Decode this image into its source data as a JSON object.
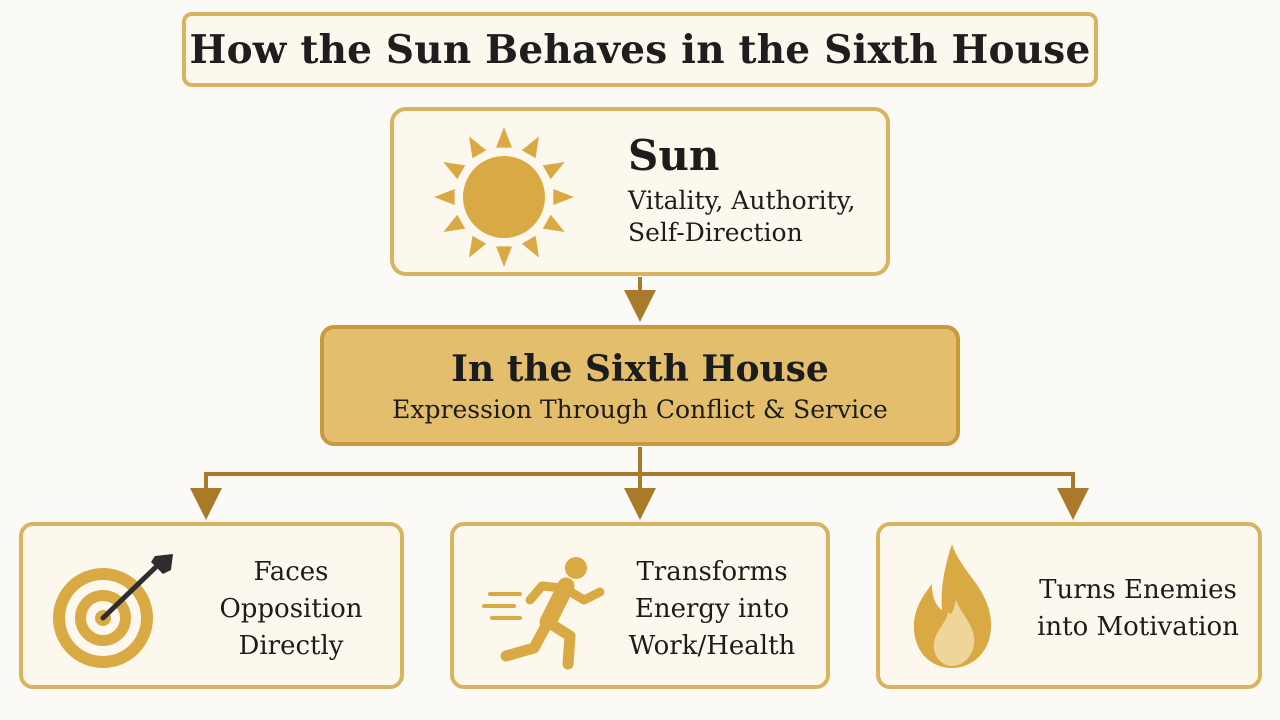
{
  "title": "How the Sun Behaves in the Sixth House",
  "planet": {
    "name": "Sun",
    "description": "Vitality, Authority,\nSelf-Direction",
    "icon": "sun-icon"
  },
  "house": {
    "title": "In the Sixth House",
    "subtitle": "Expression Through Conflict & Service"
  },
  "outcomes": [
    {
      "label": "Faces\nOpposition\nDirectly",
      "icon": "target-with-arrow-icon"
    },
    {
      "label": "Transforms\nEnergy into\nWork/Health",
      "icon": "running-person-icon"
    },
    {
      "label": "Turns Enemies\ninto Motivation",
      "icon": "flame-icon"
    }
  ],
  "colors": {
    "accent": "#d9b35e",
    "highlight_fill": "#e2be6d",
    "connector": "#a87a2a",
    "box_fill": "#fdf8ee"
  }
}
